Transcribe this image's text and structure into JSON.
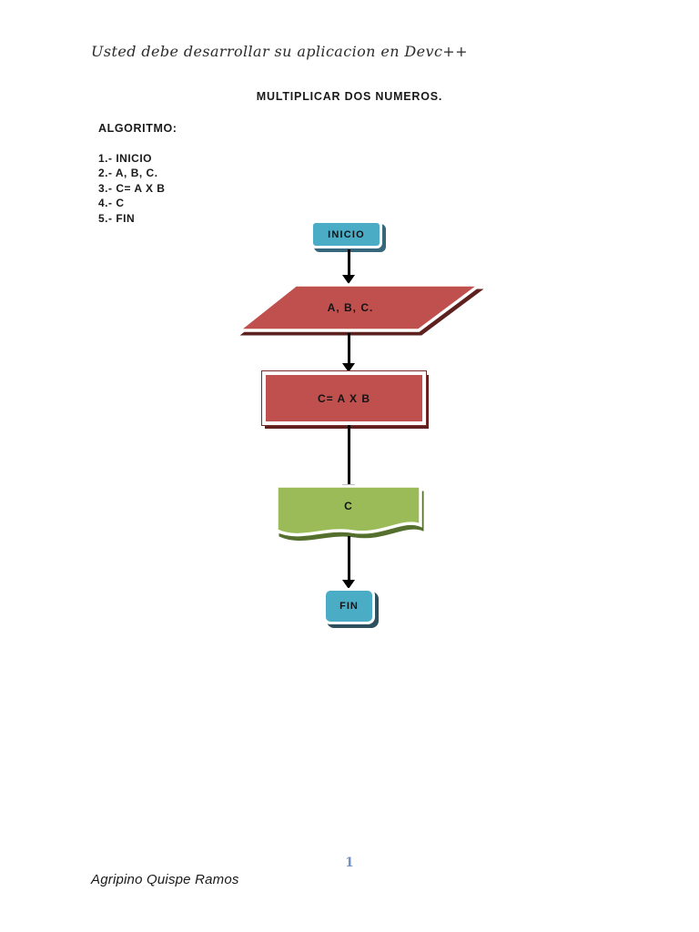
{
  "document": {
    "header_note": "Usted debe desarrollar su aplicacion en Devc++",
    "title": "MULTIPLICAR DOS NUMEROS.",
    "algorithm": {
      "heading": "ALGORITMO:",
      "steps": [
        "1.- INICIO",
        "2.- A, B, C.",
        "3.- C= A X B",
        "4.- C",
        "5.- FIN"
      ]
    },
    "page_number": "1",
    "footer_author": "Agripino Quispe Ramos"
  },
  "flowchart": {
    "nodes": [
      {
        "id": "start",
        "shape": "rounded-rectangle",
        "label": "INICIO",
        "fill": "#4BACC6",
        "shadow": "#37677B"
      },
      {
        "id": "input",
        "shape": "parallelogram",
        "label": "A, B, C.",
        "fill": "#C0504D",
        "shadow": "#5E2120"
      },
      {
        "id": "process",
        "shape": "rectangle",
        "label": "C= A X B",
        "fill": "#C0504D",
        "shadow": "#5E2120"
      },
      {
        "id": "output",
        "shape": "document",
        "label": "C",
        "fill": "#9BBB59",
        "shadow": "#55702E"
      },
      {
        "id": "end",
        "shape": "rounded-rectangle",
        "label": "FIN",
        "fill": "#4BACC6",
        "shadow": "#2E505C"
      }
    ],
    "connector_color": "#000000"
  },
  "colors": {
    "page_background": "#FFFFFF",
    "text": "#1A1A1A",
    "page_number_blue": "#7191C1",
    "node_teal": "#4BACC6",
    "node_red": "#C0504D",
    "node_green": "#9BBB59",
    "node_border_white": "#FFFFFF"
  }
}
